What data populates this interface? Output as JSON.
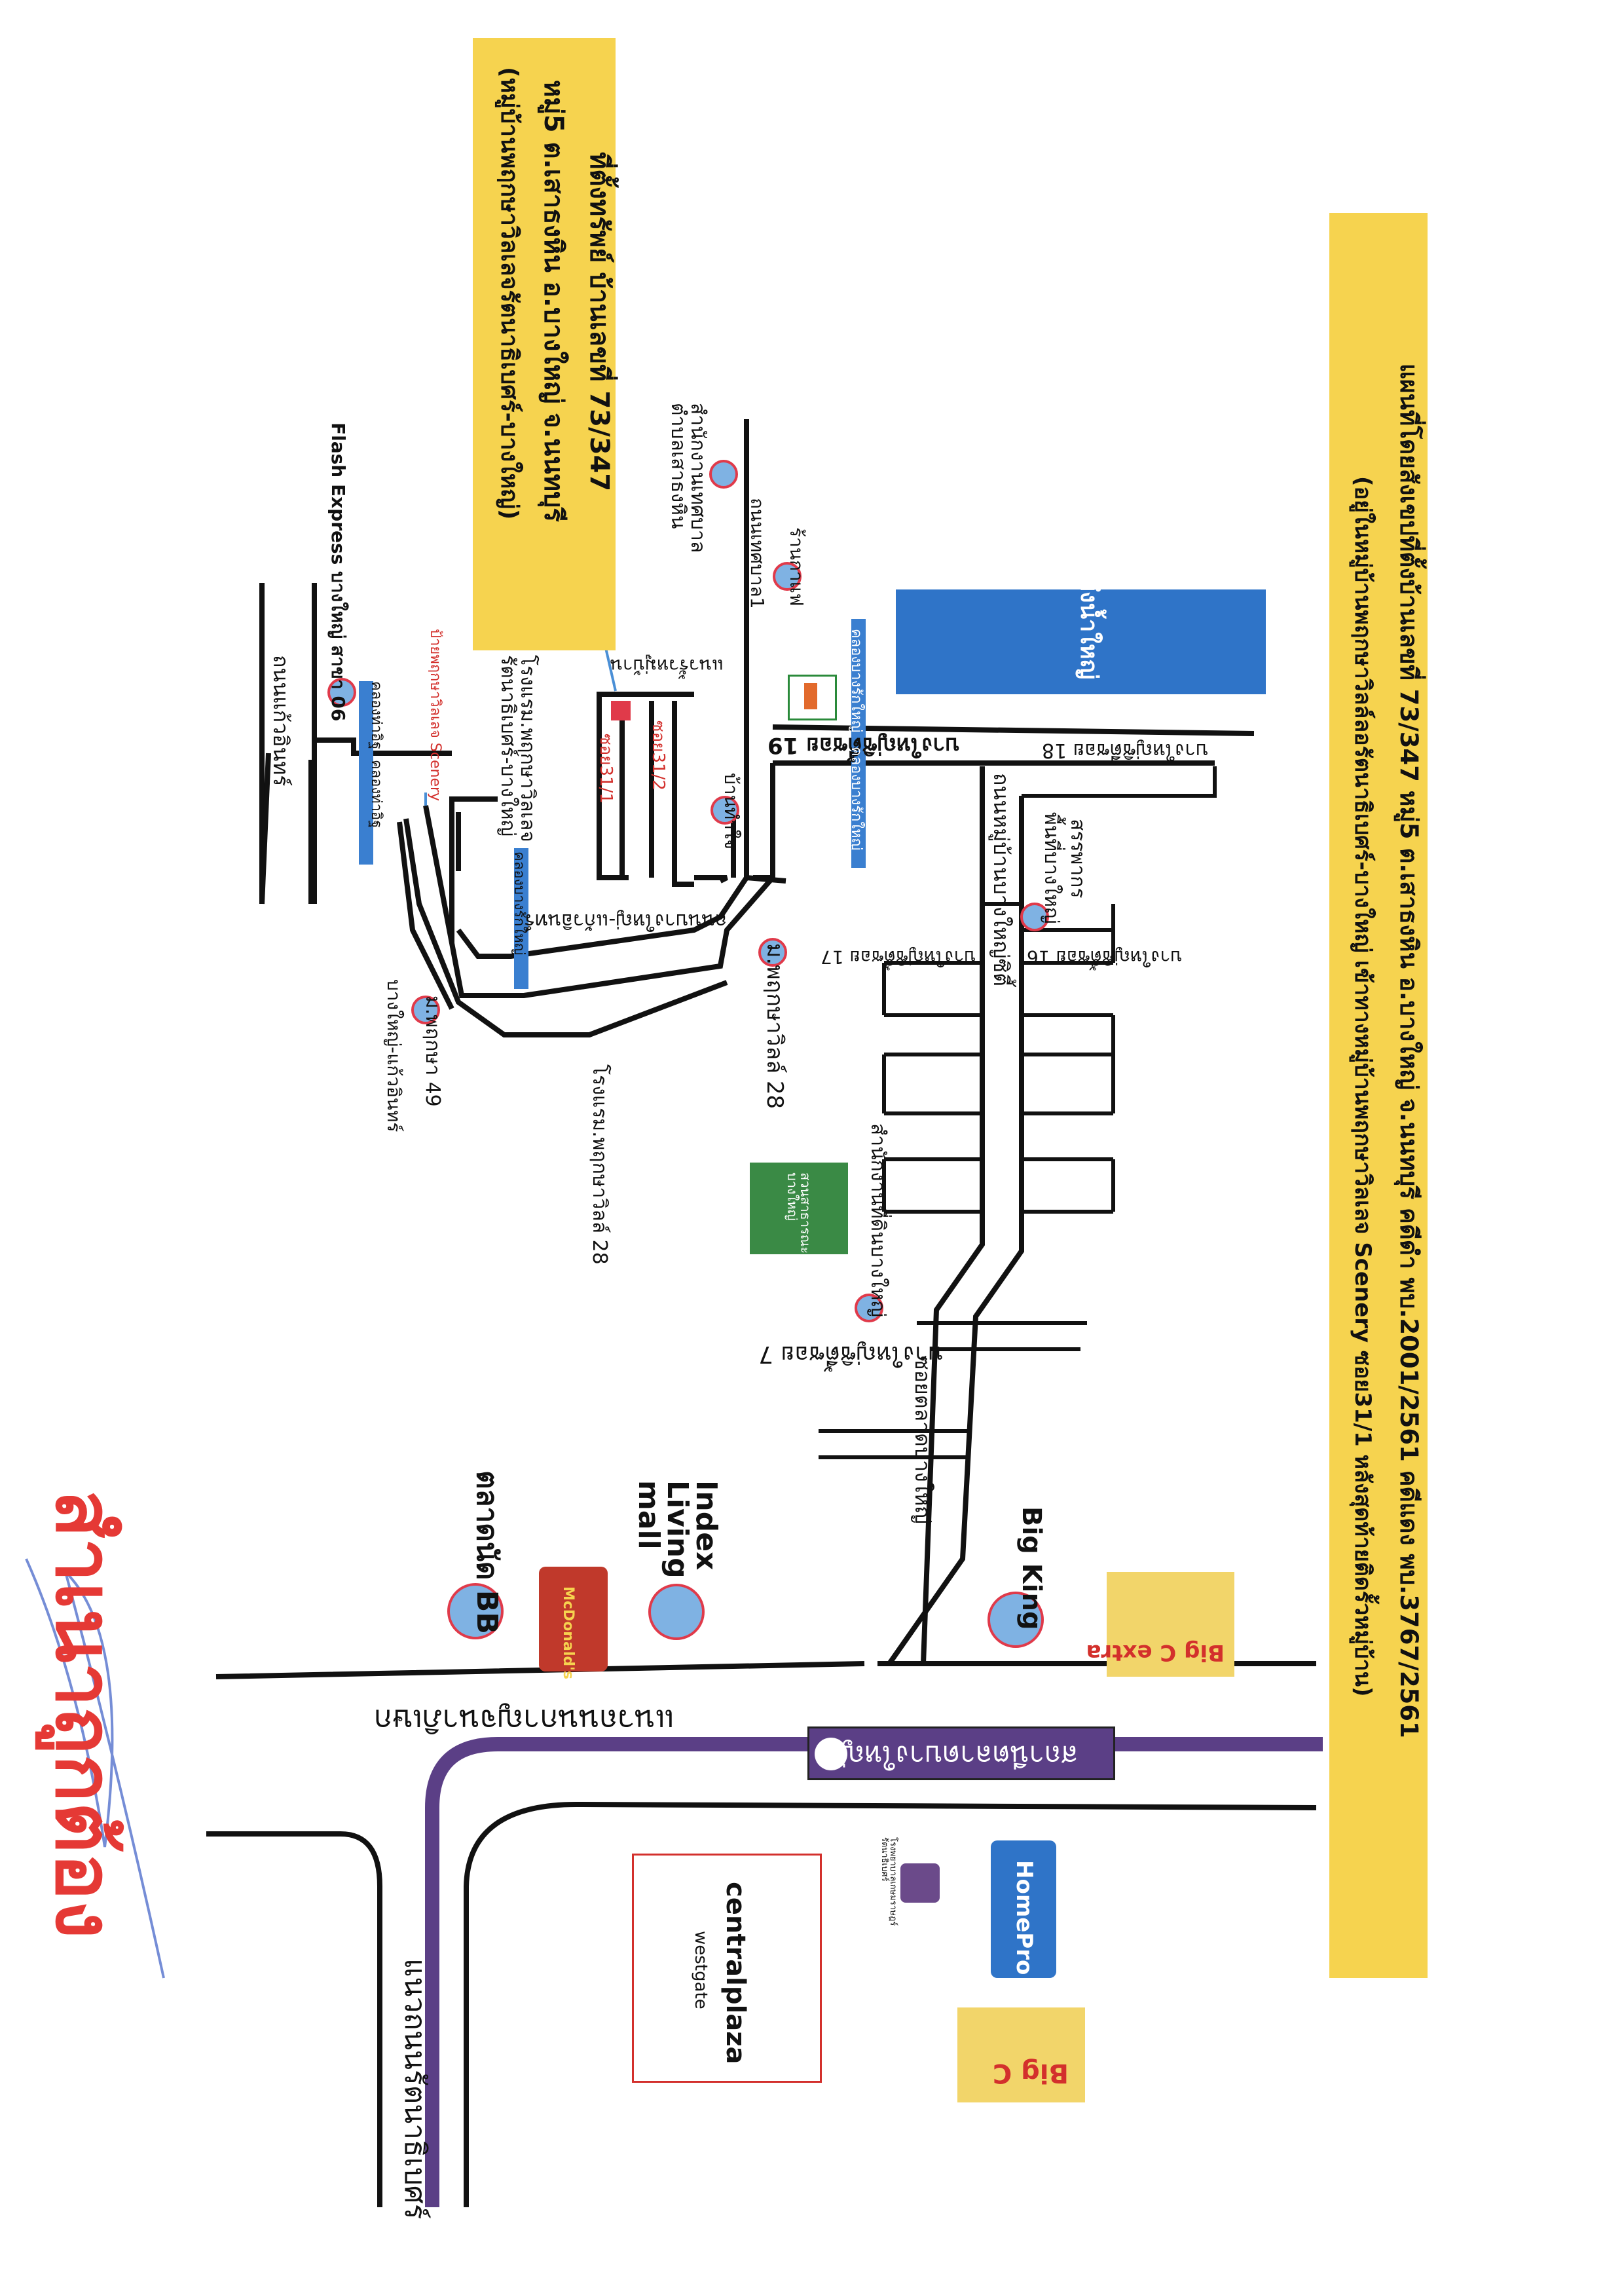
{
  "title_line1": "แผนที่โดยสังเขปที่ตั้งบ้านเลขที่ 73/347 หมู่5 ต.เสาธงหิน อ.บางใหญ่ จ.นนทบุรี คดีดำ พบ.2001/2561 คดีแดง พบ.3767/2561",
  "title_line2": "(อยู่ในหมู่บ้านพฤกษาวิลล์ลอรัตนาธิเบศร์-บางใหญ่ เข้าทางหมู่บ้านพฤกษาวิลเลจ Scenery ซอย31/1 หลังสุดท้ายติดรั้วหมู่บ้าน)",
  "address_box": {
    "line1": "ที่ตั้งทรัพย์ บ้านเลขที่ 73/347",
    "line2": "หมู่5 ต.เสาธงหิน อ.บางใหญ่ จ.นนทบุรี",
    "line3": "(หมู่บ้านพฤกษาวิลเลจรัตนาธิเบศร์-บางใหญ่)"
  },
  "labels": {
    "lake": "บึงน้ำใหญ่",
    "soi18": "บางใหญ่ซิตี้ซอย 18",
    "soi19": "บางใหญ่ซิตี้ซอย 19",
    "soi17": "บางใหญ่ซิตี้ซอย 17",
    "soi16": "บางใหญ่ซิตี้ซอย 16",
    "soi7": "บางใหญ่ซิตี้ซอย 7",
    "sanpakorn": "สรรพากร",
    "sanpakorn2": "พื้นที่บางใหญ่",
    "bangyai_city_road": "ถนนหมู่บ้านบางใหญ่ซิตี้",
    "soi_talad": "ซอยตลาดบางใหญ่",
    "land_office": "สำนักงานที่ดินบางใหญ่",
    "park": "สวนสาธารณะ บางใหญ่",
    "pruksa28_pin": "ม.พฤกษาวิลล์ 28",
    "pruksa28_school": "โรงแรม.พฤกษาวิลล์ 28",
    "pruksa_rattana_school": "โรงแรม.พฤกษาวิลเลจ รัตนาธิเบศร์-บางใหญ่",
    "kaew_road": "ถนนบางใหญ่-แก้วอินทร์",
    "klong_bangrak_1": "คลองบางรักใหญ่",
    "klong_bangrak_2": "คลองบางรักใหญ่",
    "klong_bangrak_3": "คลองบางรักใหญ่",
    "klong_tha": "คลองท่าอิฐ",
    "klong_tha2": "คลองท่าอิฐ",
    "soi_31_1": "ซอย31/1",
    "soi_31_2": "ซอย31/2",
    "fence": "แนวรั้วหมู่บ้าน",
    "saithong": "ถนนเทศบาล1",
    "tambon_office": "สำนักงานเทศบาล ตำบลเสาธงหิน",
    "coffee": "ร้านกาแฟ",
    "school_jai": "บ้านทำใจ",
    "kaeoin_road": "ถนนแก้วอินทร์",
    "flash": "Flash Express บางใหญ่ สาขา 06",
    "pruksa_scenery_sign": "ป้ายพฤกษาวิลเลจ Scenery",
    "pruksa49": "ม.พฤกษา 49",
    "bangyai_kaeoin": "บางใหญ่-แก้วอินทร์",
    "big_king": "Big King",
    "index_living": "Index Living mall",
    "bb_market": "ตลาดนัด BB",
    "kanchana_road": "แนวถนนกาญจนาภิเษก",
    "station": "สถานีตลาดบางใหญ่",
    "ratanathibet_road": "แนวถนนรัตนาธิเบศร์",
    "stamp": "สำเนาถูกต้อง"
  },
  "logos": {
    "bigc_extra": "Big C extra",
    "bigc": "Big C",
    "mcdonalds": "McDonald's",
    "homepro": "HomePro",
    "central_line1": "centralplaza",
    "central_line2": "westgate",
    "hospital": "โรงพยาบาลเกษมราษฎร์ รัตนาธิเบศร์"
  },
  "colors": {
    "title_yellow": "#f6d34f",
    "pin_blue": "#7fb2e3",
    "pin_ring": "#e03a4a",
    "road": "#111111",
    "canal": "#3a7fd0",
    "lake": "#2f74c8",
    "park": "#3a8a45",
    "purple_line": "#5b3f86"
  }
}
